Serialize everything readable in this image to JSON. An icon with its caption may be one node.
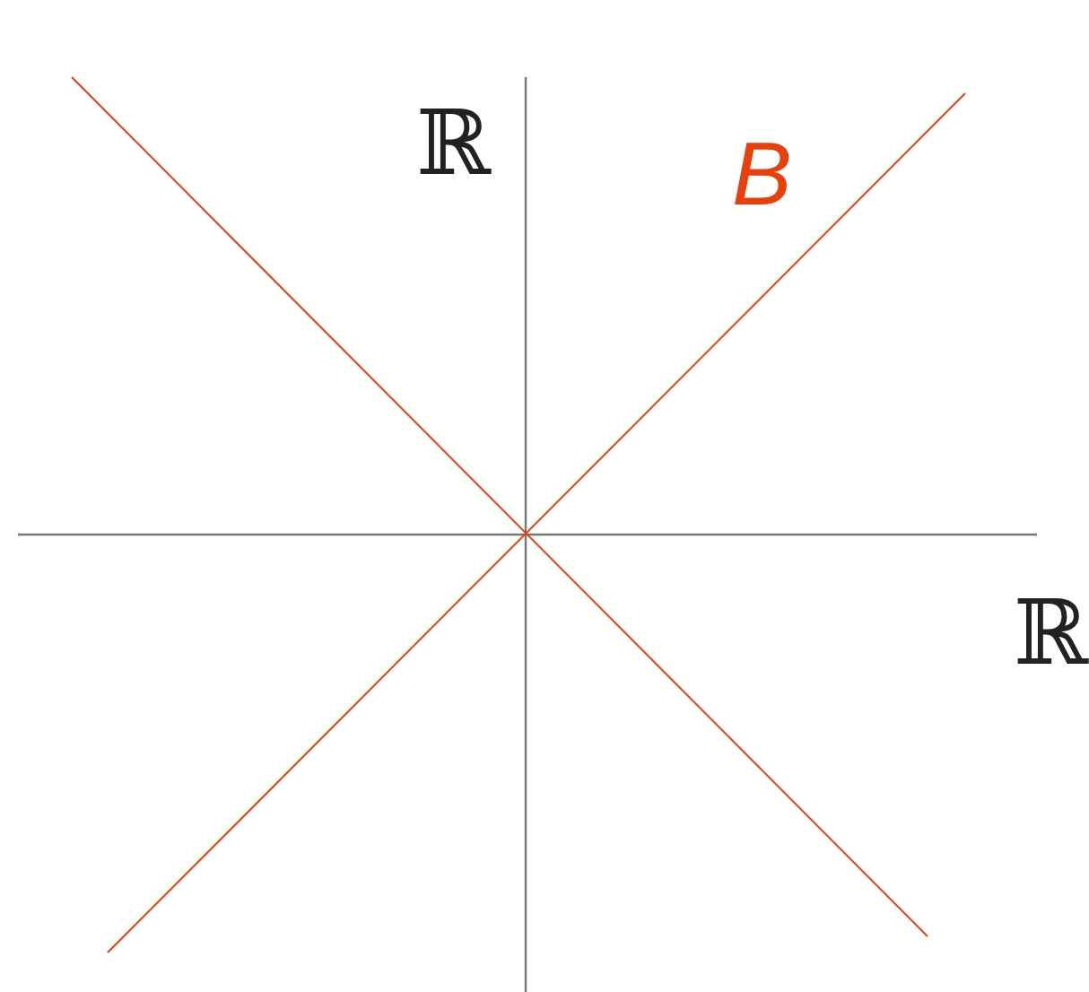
{
  "diagram": {
    "labels": [
      "ℝ",
      "B",
      "ℝ"
    ]
  }
}
